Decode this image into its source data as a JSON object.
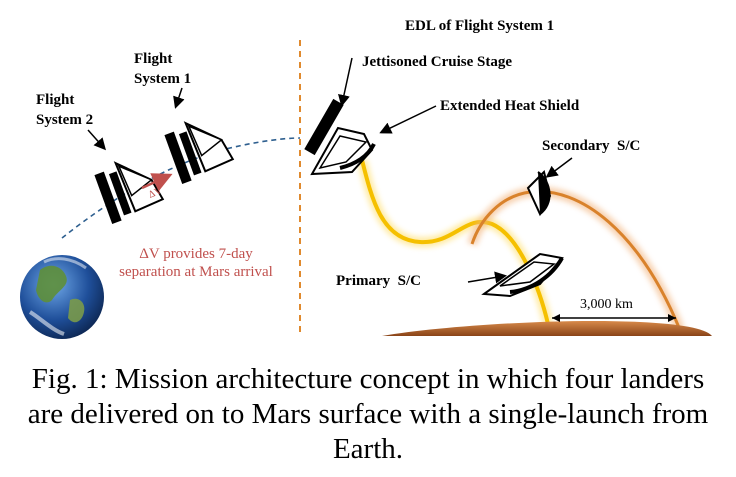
{
  "labels": {
    "flight_system_1_line1": "Flight",
    "flight_system_1_line2": "System 1",
    "flight_system_2_line1": "Flight",
    "flight_system_2_line2": "System 2",
    "delta_v_small": "ΔV",
    "delta_v_line1": "ΔV provides 7-day",
    "delta_v_line2": "separation at Mars arrival",
    "edl_title": "EDL of Flight System 1",
    "jettisoned_cruise_stage": "Jettisoned Cruise Stage",
    "extended_heat_shield": "Extended Heat Shield",
    "secondary_sc": "Secondary  S/C",
    "primary_sc": "Primary  S/C",
    "distance": "3,000 km"
  },
  "caption": "Fig. 1: Mission architecture concept in which four landers are delivered on to Mars surface with a single-launch from Earth.",
  "colors": {
    "trajectory": "#2e5f8f",
    "divider": "#e08a2e",
    "delta_v": "#c0504d",
    "primary_path": "#f5c000",
    "secondary_path": "#d9822b",
    "mars": "#b8652a",
    "earth_ocean": "#1f4f9a"
  }
}
